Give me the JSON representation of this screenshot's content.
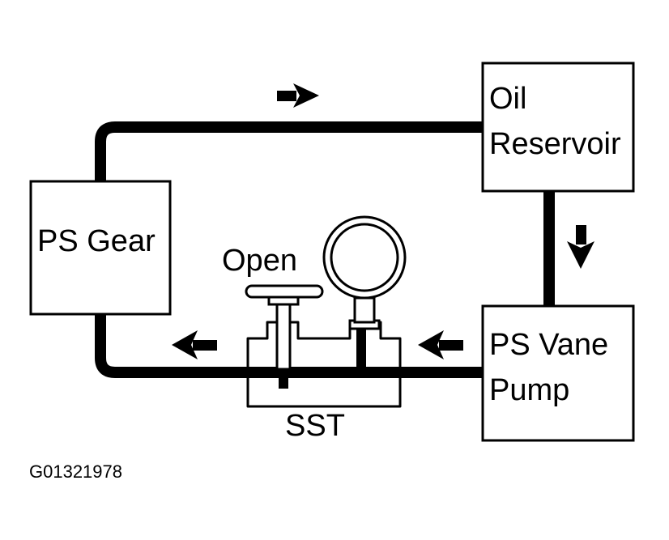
{
  "components": {
    "oil_reservoir": [
      "Oil",
      "Reservoir"
    ],
    "ps_gear": "PS Gear",
    "ps_vane_pump": [
      "PS Vane",
      "Pump"
    ],
    "valve_label": "Open",
    "tool_label": "SST"
  },
  "figure_code": "G01321978"
}
